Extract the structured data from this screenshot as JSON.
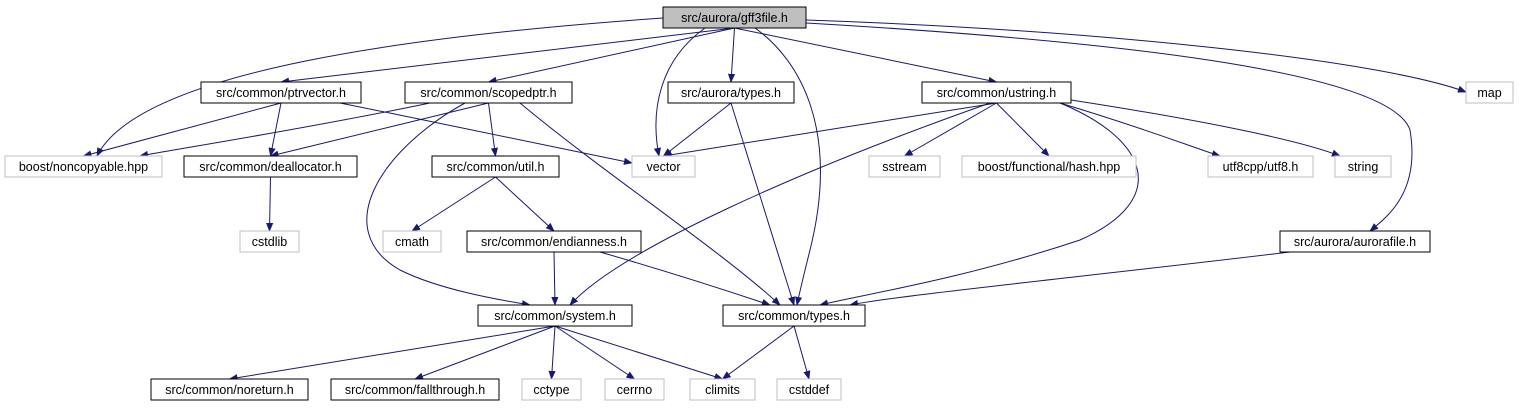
{
  "graph": {
    "root": "src/aurora/gff3file.h",
    "colors": {
      "edge": "#191970",
      "root_fill": "#bfbfbf",
      "root_stroke": "#000000",
      "documented_stroke": "#000000",
      "external_stroke": "#bfbfbf",
      "text": "#000000"
    },
    "nodes": [
      {
        "id": "gff3file",
        "label": "src/aurora/gff3file.h",
        "kind": "root"
      },
      {
        "id": "ptrvector",
        "label": "src/common/ptrvector.h",
        "kind": "documented"
      },
      {
        "id": "scopedptr",
        "label": "src/common/scopedptr.h",
        "kind": "documented"
      },
      {
        "id": "aurora_types",
        "label": "src/aurora/types.h",
        "kind": "documented"
      },
      {
        "id": "ustring",
        "label": "src/common/ustring.h",
        "kind": "documented"
      },
      {
        "id": "map",
        "label": "map",
        "kind": "external"
      },
      {
        "id": "noncopyable",
        "label": "boost/noncopyable.hpp",
        "kind": "external"
      },
      {
        "id": "deallocator",
        "label": "src/common/deallocator.h",
        "kind": "documented"
      },
      {
        "id": "vector",
        "label": "vector",
        "kind": "external"
      },
      {
        "id": "sstream",
        "label": "sstream",
        "kind": "external"
      },
      {
        "id": "hash",
        "label": "boost/functional/hash.hpp",
        "kind": "external"
      },
      {
        "id": "utf8",
        "label": "utf8cpp/utf8.h",
        "kind": "external"
      },
      {
        "id": "string",
        "label": "string",
        "kind": "external"
      },
      {
        "id": "util",
        "label": "src/common/util.h",
        "kind": "documented"
      },
      {
        "id": "cstdlib",
        "label": "cstdlib",
        "kind": "external"
      },
      {
        "id": "cmath",
        "label": "cmath",
        "kind": "external"
      },
      {
        "id": "endianness",
        "label": "src/common/endianness.h",
        "kind": "documented"
      },
      {
        "id": "aurorafile",
        "label": "src/aurora/aurorafile.h",
        "kind": "documented"
      },
      {
        "id": "system",
        "label": "src/common/system.h",
        "kind": "documented"
      },
      {
        "id": "common_types",
        "label": "src/common/types.h",
        "kind": "documented"
      },
      {
        "id": "noreturn",
        "label": "src/common/noreturn.h",
        "kind": "documented"
      },
      {
        "id": "fallthrough",
        "label": "src/common/fallthrough.h",
        "kind": "documented"
      },
      {
        "id": "cctype",
        "label": "cctype",
        "kind": "external"
      },
      {
        "id": "cerrno",
        "label": "cerrno",
        "kind": "external"
      },
      {
        "id": "climits",
        "label": "climits",
        "kind": "external"
      },
      {
        "id": "cstddef",
        "label": "cstddef",
        "kind": "external"
      }
    ],
    "edges": [
      {
        "from": "gff3file",
        "to": "ptrvector"
      },
      {
        "from": "gff3file",
        "to": "scopedptr"
      },
      {
        "from": "gff3file",
        "to": "aurora_types"
      },
      {
        "from": "gff3file",
        "to": "ustring"
      },
      {
        "from": "gff3file",
        "to": "map"
      },
      {
        "from": "gff3file",
        "to": "noncopyable"
      },
      {
        "from": "gff3file",
        "to": "vector"
      },
      {
        "from": "gff3file",
        "to": "common_types"
      },
      {
        "from": "gff3file",
        "to": "aurorafile"
      },
      {
        "from": "ptrvector",
        "to": "noncopyable"
      },
      {
        "from": "ptrvector",
        "to": "deallocator"
      },
      {
        "from": "ptrvector",
        "to": "vector"
      },
      {
        "from": "scopedptr",
        "to": "noncopyable"
      },
      {
        "from": "scopedptr",
        "to": "deallocator"
      },
      {
        "from": "scopedptr",
        "to": "util"
      },
      {
        "from": "scopedptr",
        "to": "system"
      },
      {
        "from": "scopedptr",
        "to": "common_types"
      },
      {
        "from": "aurora_types",
        "to": "vector"
      },
      {
        "from": "aurora_types",
        "to": "common_types"
      },
      {
        "from": "ustring",
        "to": "vector"
      },
      {
        "from": "ustring",
        "to": "sstream"
      },
      {
        "from": "ustring",
        "to": "hash"
      },
      {
        "from": "ustring",
        "to": "utf8"
      },
      {
        "from": "ustring",
        "to": "string"
      },
      {
        "from": "ustring",
        "to": "system"
      },
      {
        "from": "ustring",
        "to": "common_types"
      },
      {
        "from": "deallocator",
        "to": "cstdlib"
      },
      {
        "from": "util",
        "to": "cmath"
      },
      {
        "from": "util",
        "to": "endianness"
      },
      {
        "from": "endianness",
        "to": "system"
      },
      {
        "from": "endianness",
        "to": "common_types"
      },
      {
        "from": "aurorafile",
        "to": "common_types"
      },
      {
        "from": "system",
        "to": "noreturn"
      },
      {
        "from": "system",
        "to": "fallthrough"
      },
      {
        "from": "system",
        "to": "cctype"
      },
      {
        "from": "system",
        "to": "cerrno"
      },
      {
        "from": "system",
        "to": "climits"
      },
      {
        "from": "common_types",
        "to": "climits"
      },
      {
        "from": "common_types",
        "to": "cstddef"
      }
    ]
  }
}
